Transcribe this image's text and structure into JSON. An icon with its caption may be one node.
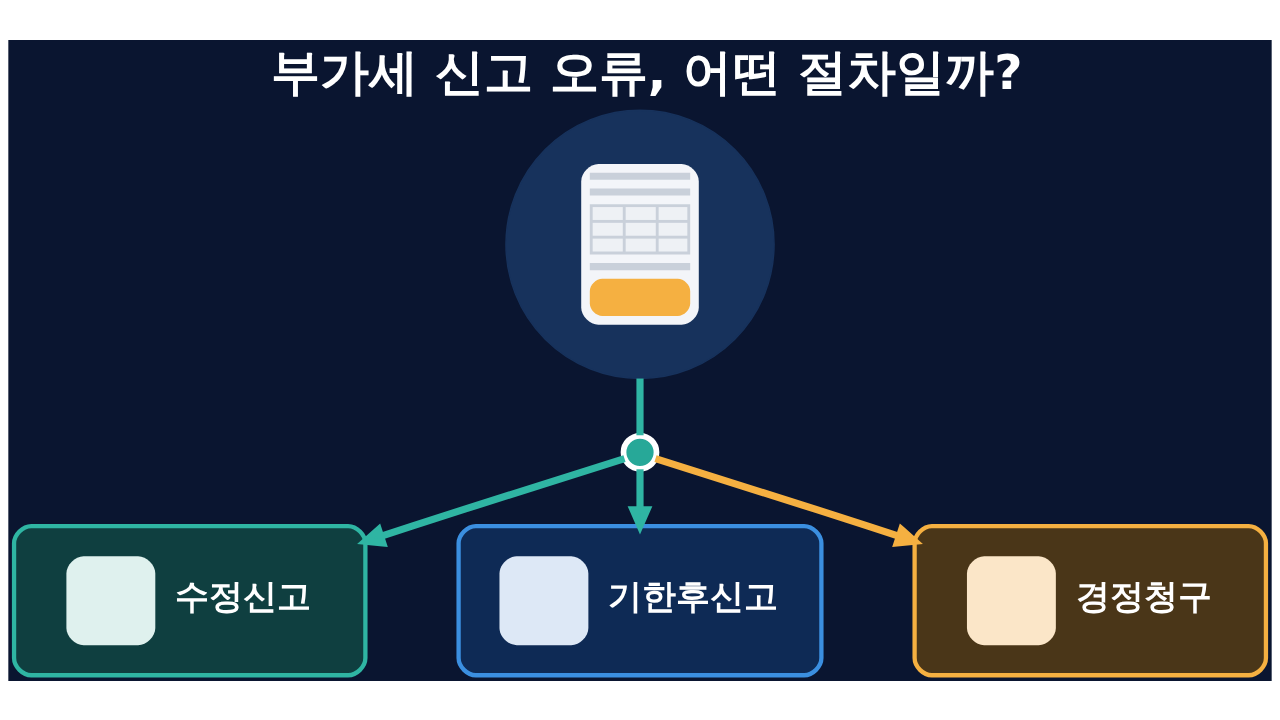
{
  "diagram": {
    "title": "부가세 신고 오류, 어떤 절차일까?",
    "nodes": [
      {
        "text": [],
        "shape": "picture"
      },
      {
        "text": [],
        "shape": "circle"
      },
      {
        "text": [
          "수정신고"
        ]
      },
      {
        "text": [
          "기한후신고"
        ]
      },
      {
        "text": [
          "경정청구"
        ]
      }
    ],
    "edges": [
      {
        "from": 0,
        "to": 1,
        "arrow": "none"
      },
      {
        "from": 1,
        "to": 2,
        "arrow": "to"
      },
      {
        "from": 1,
        "to": 3,
        "arrow": "to"
      },
      {
        "from": 1,
        "to": 4,
        "arrow": "to",
        "color": "#f5b041"
      }
    ]
  }
}
